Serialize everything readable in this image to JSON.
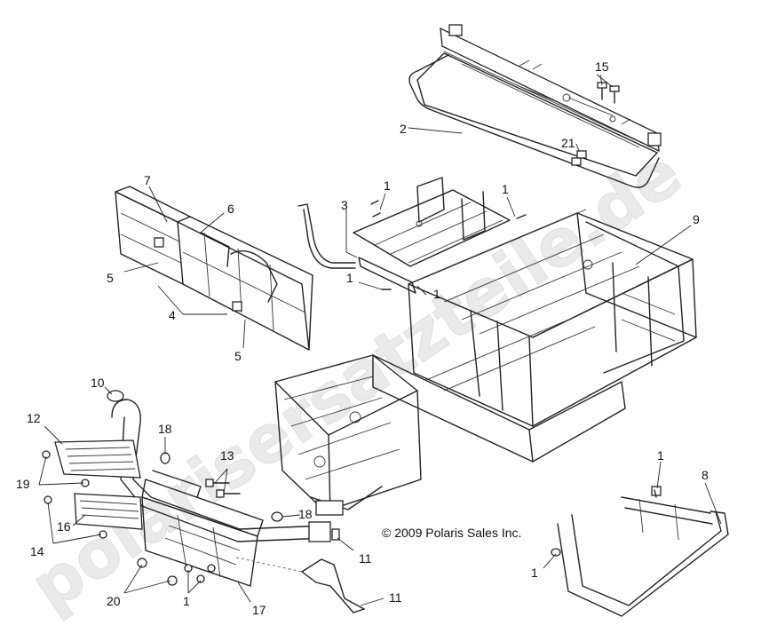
{
  "copyright": "© 2009 Polaris Sales Inc.",
  "watermark": "polarisersatzteile.de",
  "callouts": [
    "1",
    "1",
    "1",
    "1",
    "1",
    "1",
    "1",
    "2",
    "3",
    "4",
    "5",
    "5",
    "6",
    "7",
    "8",
    "9",
    "10",
    "11",
    "11",
    "12",
    "13",
    "14",
    "15",
    "16",
    "17",
    "18",
    "18",
    "19",
    "20",
    "21"
  ]
}
